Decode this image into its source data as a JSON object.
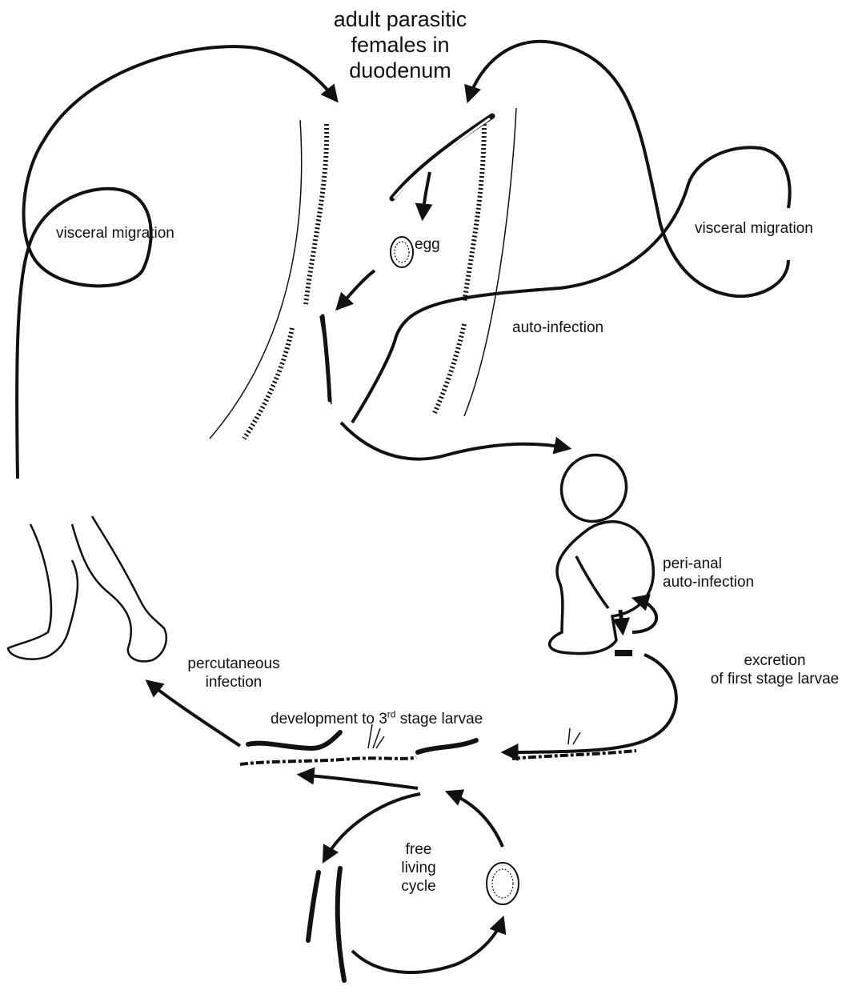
{
  "labels": {
    "title": [
      "adult parasitic",
      "females in",
      "duodenum"
    ],
    "visceral_left": "visceral migration",
    "visceral_right": "visceral migration",
    "egg": "egg",
    "auto_infection": "auto-infection",
    "peri_anal": [
      "peri-anal",
      "auto-infection"
    ],
    "excretion": [
      "excretion",
      "of first stage larvae"
    ],
    "percutaneous": [
      "percutaneous",
      "infection"
    ],
    "development_prefix": "development to 3",
    "development_sup": "rd",
    "development_suffix": " stage larvae",
    "free_living": [
      "free",
      "living",
      "cycle"
    ]
  },
  "colors": {
    "ink": "#111111",
    "background": "#ffffff"
  }
}
